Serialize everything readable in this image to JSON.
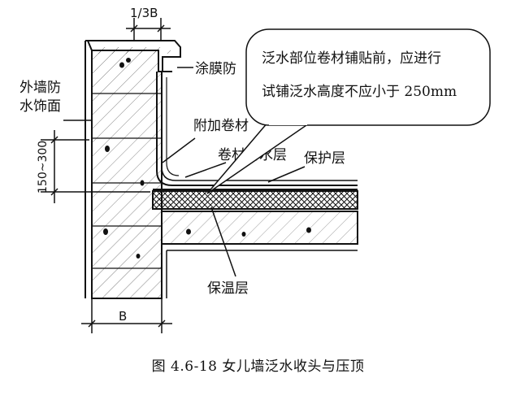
{
  "dimensions": {
    "top_offset": "1/3B",
    "height_range": "150~300",
    "base_width": "B"
  },
  "labels": {
    "coating": "涂膜防",
    "exterior_wall_line1": "外墙防",
    "exterior_wall_line2": "水饰面",
    "additional_membrane": "附加卷材",
    "membrane_layer": "卷材防水层",
    "protection_layer": "保护层",
    "insulation_layer": "保温层"
  },
  "callout": {
    "line1": "泛水部位卷材铺贴前，应进行",
    "line2": "试铺泛水高度不应小于 250mm"
  },
  "caption": "图 4.6-18 女儿墙泛水收头与压顶"
}
